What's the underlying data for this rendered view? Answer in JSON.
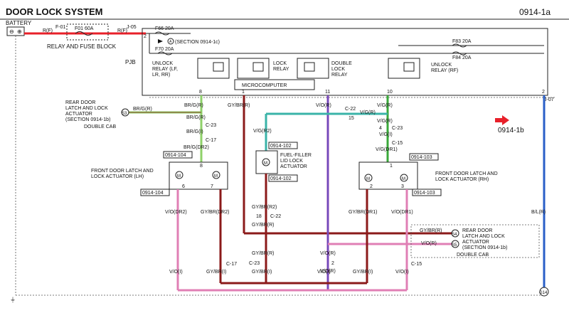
{
  "title": "DOOR LOCK SYSTEM",
  "page_code": "0914-1a",
  "continue_ref": "0914-1b",
  "labels": {
    "battery": "BATTERY",
    "relay_fuse_block": "RELAY AND FUSE BLOCK",
    "pjb": "PJB",
    "microcomputer": "MICROCOMPUTER",
    "section_0914_1c": "(SECTION 0914-1c)",
    "unlock_relay_lf": "UNLOCK\nRELAY (LF,\nLR, RR)",
    "lock_relay": "LOCK\nRELAY",
    "double_lock_relay": "DOUBLE\nLOCK\nRELAY",
    "unlock_relay_rf": "UNLOCK\nRELAY (RF)",
    "rear_door_lh": "REAR DOOR\nLATCH AND LOCK\nACTUATOR\n(SECTION 0914-1b)",
    "double_cab_lh": "DOUBLE CAB",
    "rear_door_rh": "REAR DOOR\nLATCH AND LOCK\nACTUATOR\n(SECTION 0914-1b)",
    "double_cab_rh": "DOUBLE CAB",
    "front_lh": "FRONT DOOR LATCH AND\nLOCK ACTUATOR (LH)",
    "front_rh": "FRONT DOOR LATCH AND\nLOCK ACTUATOR (RH)",
    "fuel_filler": "FUEL-FILLER\nLID LOCK\nACTUATOR"
  },
  "fuses": {
    "f01": "F-01",
    "f01_rating": "F01 60A",
    "f66": "F66 20A",
    "f70": "F70 20A",
    "f83": "F83 20A",
    "f84": "F84 20A"
  },
  "connectors": {
    "j05": "J-05",
    "j07": "J-07",
    "c23": "C-23",
    "c17": "C-17",
    "c22": "C-22",
    "c15": "C-15",
    "g14": "G14",
    "s3": "S3",
    "s4": "S4",
    "s5": "S5",
    "a": "A"
  },
  "refs": {
    "r0914_104": "0914-104",
    "r0914_102": "0914-102",
    "r0914_103": "0914-103"
  },
  "pins": {
    "p2": "2",
    "p8": "8",
    "p1": "1",
    "p11": "11",
    "p10": "10",
    "p6": "6",
    "p7": "7",
    "p15": "15",
    "p4": "4",
    "p18": "18",
    "p3": "3"
  },
  "wires": {
    "rf": "R(F)",
    "brg_r": "BR/G(R)",
    "brg_i": "BR/G(I)",
    "brg_dr2": "BR/G(DR2)",
    "gybr_r": "GY/BR(R)",
    "vo_r": "V/O(R)",
    "vg_r": "V/G(R)",
    "vg_r2": "V/G(R2)",
    "vg_i": "V/G(I)",
    "vg_dr1": "V/G(DR1)",
    "vo_dr2": "V/O(DR2)",
    "gybr_dr2": "GY/BR(DR2)",
    "gybr_r2": "GY/BR(R2)",
    "gybr_dr1": "GY/BR(DR1)",
    "vo_dr1": "V/O(DR1)",
    "vo_i": "V/O(I)",
    "gybr_i": "GY/BR(I)",
    "bl_r": "B/L(R)"
  },
  "colors": {
    "red": "#e8202a",
    "maroon": "#8b1a1a",
    "pink": "#e07fb5",
    "purple": "#9b3fb5",
    "green": "#3aa83a",
    "lightgreen": "#8fd16a",
    "teal": "#3ab3a8",
    "blue": "#2a5fc8"
  }
}
